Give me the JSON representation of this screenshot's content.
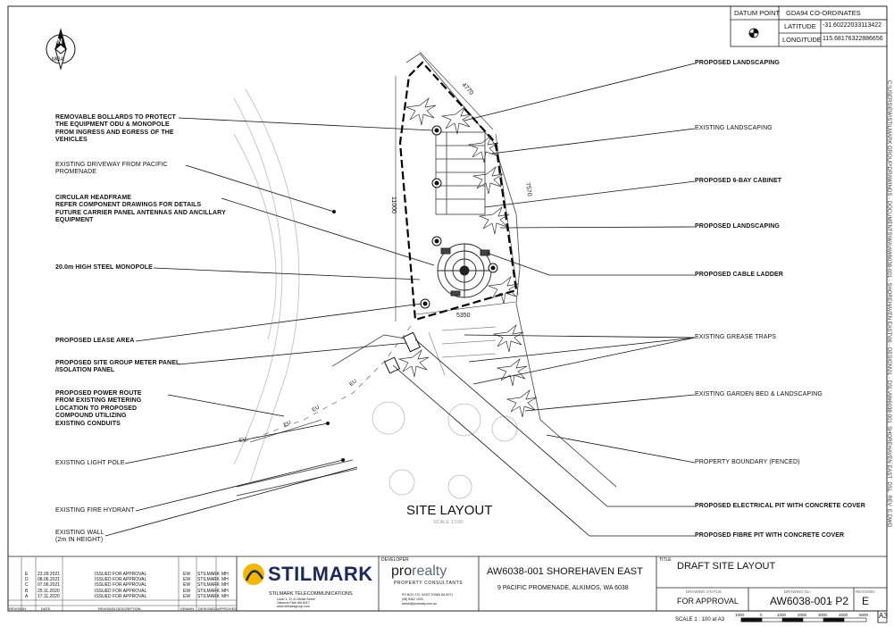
{
  "datum": {
    "header": "DATUM POINT",
    "coord_header": "GDA94 CO-ORDINATES",
    "lat_label": "LATITUDE",
    "lat_value": "-31.60222033113422",
    "lon_label": "LONGITUDE",
    "lon_value": "115.68176322886656"
  },
  "north": {
    "letter": "N",
    "label": "MGA"
  },
  "dims": {
    "d1": "4770",
    "d2": "7570",
    "d3": "11000",
    "d4": "5350"
  },
  "callouts_left": [
    {
      "lines": [
        "REMOVABLE BOLLARDS TO PROTECT",
        "THE EQUIPMENT ODU & MONOPOLE",
        "FROM INGRESS AND EGRESS OF THE",
        "VEHICLES"
      ],
      "bold": true
    },
    {
      "lines": [
        "EXISTING DRIVEWAY FROM  PACIFIC",
        "PROMENADE"
      ],
      "bold": false
    },
    {
      "lines": [
        "CIRCULAR HEADFRAME",
        "REFER COMPONENT DRAWINGS FOR DETAILS",
        "FUTURE CARRIER PANEL ANTENNAS AND ANCILLARY",
        "EQUIPMENT"
      ],
      "bold": true
    },
    {
      "lines": [
        "20.0m HIGH STEEL MONOPOLE"
      ],
      "bold": true
    },
    {
      "lines": [
        "PROPOSED LEASE AREA"
      ],
      "bold": true
    },
    {
      "lines": [
        "PROPOSED SITE GROUP METER PANEL",
        "/ISOLATION PANEL"
      ],
      "bold": true
    },
    {
      "lines": [
        "PROPOSED POWER ROUTE",
        "FROM EXISTING METERING",
        "LOCATION TO PROPOSED",
        "COMPOUND UTILIZING",
        "EXISTING CONDUITS"
      ],
      "bold": true
    },
    {
      "lines": [
        "EXISTING LIGHT POLE"
      ],
      "bold": false
    },
    {
      "lines": [
        "EXISTING FIRE HYDRANT"
      ],
      "bold": false
    },
    {
      "lines": [
        "EXISTING  WALL",
        "(2m IN HEIGHT)"
      ],
      "bold": false
    }
  ],
  "callouts_right": [
    {
      "text": "PROPOSED LANDSCAPING",
      "bold": true
    },
    {
      "text": "EXISTING LANDSCAPING",
      "bold": false
    },
    {
      "text": "PROPOSED 6-BAY CABINET",
      "bold": true
    },
    {
      "text": "PROPOSED LANDSCAPING",
      "bold": true
    },
    {
      "text": "PROPOSED CABLE LADDER",
      "bold": true
    },
    {
      "text": "EXISTING GREASE TRAPS",
      "bold": false
    },
    {
      "text": "EXISTING GARDEN BED & LANDSCAPING",
      "bold": false
    },
    {
      "text": "PROPERTY BOUNDARY (FENCED)",
      "bold": false
    },
    {
      "text": "PROPOSED ELECTRICAL PIT WITH CONCRETE COVER",
      "bold": true
    },
    {
      "text": "PROPOSED FIBRE PIT WITH CONCRETE COVER",
      "bold": true
    }
  ],
  "eu_tag": "EU",
  "site_layout": {
    "title": "SITE LAYOUT",
    "scale": "SCALE 1:100"
  },
  "revisions": {
    "rows": [
      {
        "rev": "E",
        "date": "23.09.2021",
        "desc": "ISSUED FOR APPROVAL",
        "drawn": "EW",
        "designed": "STILMARK",
        "approved": "MH"
      },
      {
        "rev": "D",
        "date": "08.06.2021",
        "desc": "ISSUED FOR APPROVAL",
        "drawn": "EW",
        "designed": "STILMARK",
        "approved": "MH"
      },
      {
        "rev": "C",
        "date": "07.06.2021",
        "desc": "ISSUED FOR APPROVAL",
        "drawn": "EW",
        "designed": "STILMARK",
        "approved": "MH"
      },
      {
        "rev": "B",
        "date": "25.11.2020",
        "desc": "ISSUED FOR APPROVAL",
        "drawn": "EW",
        "designed": "STILMARK",
        "approved": "MH"
      },
      {
        "rev": "A",
        "date": "17.11.2020",
        "desc": "ISSUED FOR APPROVAL",
        "drawn": "EW",
        "designed": "STILMARK",
        "approved": "MH"
      }
    ],
    "headers": {
      "rev": "REVISION",
      "date": "DATE",
      "desc": "REVISION DESCRIPTION",
      "drawn": "DRAWN",
      "designed": "DESIGNED",
      "approved": "APPROVED"
    }
  },
  "stilmark": {
    "logo": "STILMARK",
    "company": "STILMARK TELECOMMUNICATIONS",
    "addr1": "Level 1, 37-41 Mollie Street",
    "addr2": "Osborne Park WA 6017",
    "addr3": "www.stilmarkgroup.com"
  },
  "developer": {
    "label": "DEVELOPER",
    "logo_pro": "pro",
    "logo_realty": "realty",
    "tagline": "PROPERTY CONSULTANTS",
    "addr1": "PO BOX 272, KENT TOWN SA 5071",
    "phone": "(08) 8362 1033",
    "email": "admin@prorealty.com.au"
  },
  "project": {
    "title": "AW6038-001 SHOREHAVEN EAST",
    "address": "9 PACIFIC PROMENADE, ALKIMOS, WA 6038"
  },
  "drawing": {
    "title_label": "TITLE",
    "title": "DRAFT SITE LAYOUT",
    "status_label": "DRAWING STATUS",
    "status": "FOR APPROVAL",
    "number_label": "DRAWING No.",
    "number": "AW6038-001",
    "sheet": "- P2",
    "revision_label": "REVISION",
    "revision": "E",
    "size": "A3"
  },
  "scalebar": {
    "caption": "SCALE 1 : 100 at A3",
    "ticks": [
      "1000",
      "0",
      "1000",
      "2000",
      "3000",
      "4000",
      "5000"
    ]
  },
  "side_text": "C:\\USERS\\EW\\STILMARK GROUP\\DRAWINGS - DOCUMENTS\\WA\\AW6038-001 - SHOREHAVEN EAST\\06 - DESIGN\\01 - DSL\\AW6038-001_SHOREHAVEN EAST_DSL_REV_E.DWG"
}
